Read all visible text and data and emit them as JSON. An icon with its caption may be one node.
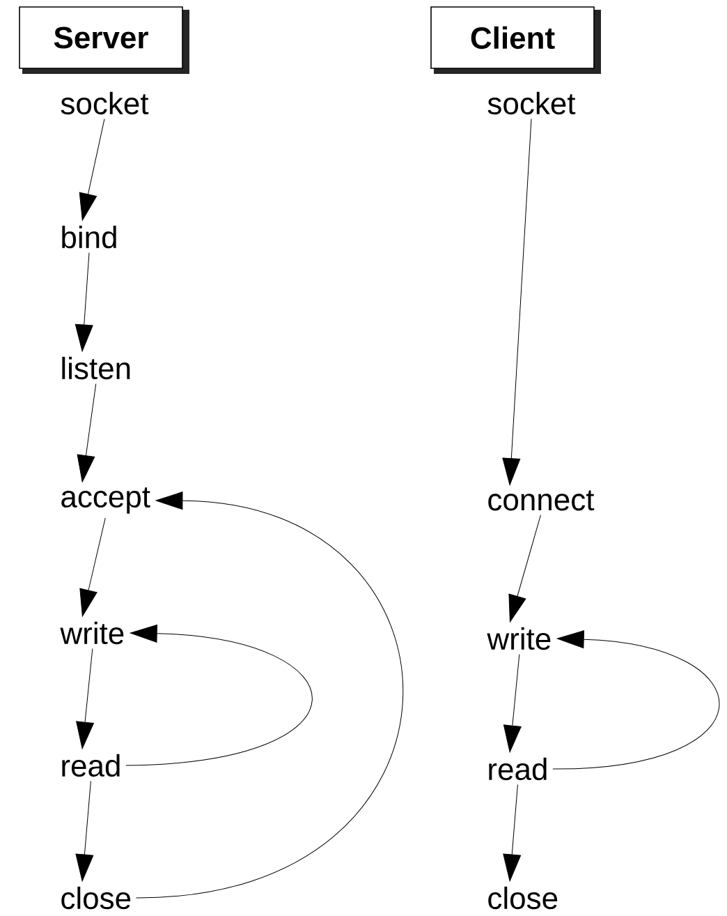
{
  "diagram": {
    "nodes": [
      {
        "text": [
          "Server"
        ]
      },
      {
        "text": [
          "Client"
        ]
      },
      {
        "text": [
          "socket"
        ]
      },
      {
        "text": [
          "bind"
        ]
      },
      {
        "text": [
          "listen"
        ]
      },
      {
        "text": [
          "accept"
        ]
      },
      {
        "text": [
          "write"
        ]
      },
      {
        "text": [
          "read"
        ]
      },
      {
        "text": [
          "close"
        ]
      },
      {
        "text": [
          "socket"
        ]
      },
      {
        "text": [
          "connect"
        ]
      },
      {
        "text": [
          "write"
        ]
      },
      {
        "text": [
          "read"
        ]
      },
      {
        "text": [
          "close"
        ]
      }
    ],
    "edges": [
      {
        "from": 2,
        "to": 3,
        "arrow": "to"
      },
      {
        "from": 3,
        "to": 4,
        "arrow": "to"
      },
      {
        "from": 4,
        "to": 5,
        "arrow": "to"
      },
      {
        "from": 5,
        "to": 6,
        "arrow": "to"
      },
      {
        "from": 6,
        "to": 7,
        "arrow": "to"
      },
      {
        "from": 7,
        "to": 8,
        "arrow": "to"
      },
      {
        "from": 7,
        "to": 6,
        "arrow": "to"
      },
      {
        "from": 8,
        "to": 5,
        "arrow": "to"
      },
      {
        "from": 9,
        "to": 10,
        "arrow": "to"
      },
      {
        "from": 10,
        "to": 11,
        "arrow": "to"
      },
      {
        "from": 11,
        "to": 12,
        "arrow": "to"
      },
      {
        "from": 12,
        "to": 13,
        "arrow": "to"
      },
      {
        "from": 12,
        "to": 11,
        "arrow": "to"
      }
    ]
  }
}
